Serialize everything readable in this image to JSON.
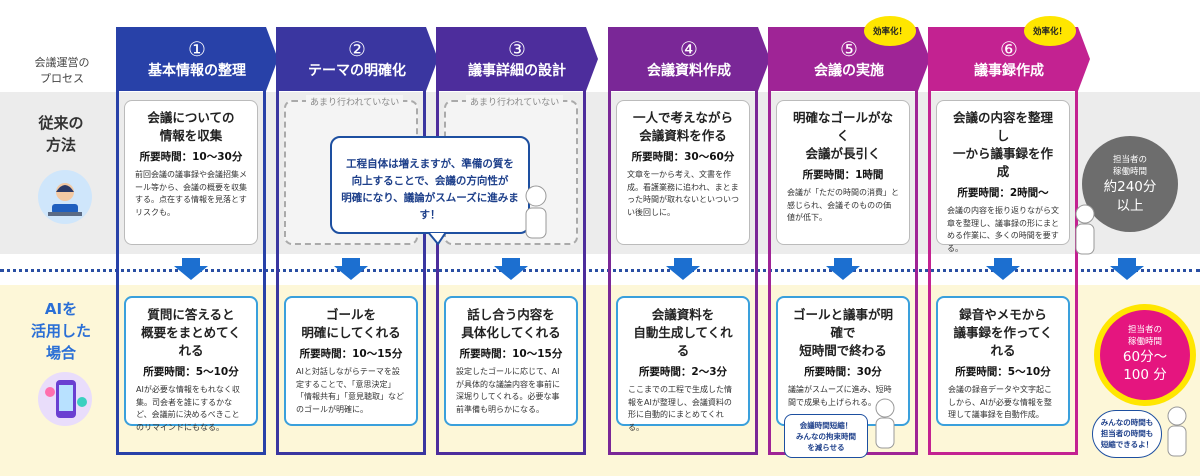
{
  "process_label": [
    "会議運営の",
    "プロセス"
  ],
  "row_old": [
    "従来の",
    "方法"
  ],
  "row_ai": [
    "AIを",
    "活用した",
    "場合"
  ],
  "steps": [
    {
      "num": "①",
      "title": "基本情報の整理",
      "color": "#2841a8",
      "old": {
        "title": [
          "会議についての",
          "情報を収集"
        ],
        "time": "所要時間：10〜30分",
        "desc": "前回会議の議事録や会議招集メール等から、会議の概要を収集する。点在する情報を見落とすリスクも。"
      },
      "ai": {
        "title": [
          "質問に答えると",
          "概要をまとめてくれる"
        ],
        "time": "所要時間：5〜10分",
        "desc": "AIが必要な情報をもれなく収集。司会者を誰にするかなど、会議前に決めるべきことのリマインドにもなる。"
      }
    },
    {
      "num": "②",
      "title": "テーマの明確化",
      "color": "#3a36a0",
      "old": {
        "tag": "あまり行われていない"
      },
      "ai": {
        "title": [
          "ゴールを",
          "明確にしてくれる"
        ],
        "time": "所要時間：10〜15分",
        "desc": "AIと対話しながらテーマを設定することで、「意思決定」「情報共有」「意見聴取」などのゴールが明確に。"
      }
    },
    {
      "num": "③",
      "title": "議事詳細の設計",
      "color": "#4d2d9c",
      "old": {
        "tag": "あまり行われていない"
      },
      "ai": {
        "title": [
          "話し合う内容を",
          "具体化してくれる"
        ],
        "time": "所要時間：10〜15分",
        "desc": "設定したゴールに応じて、AIが具体的な議論内容を事前に深堀りしてくれる。必要な事前準備も明らかになる。"
      }
    },
    {
      "num": "④",
      "title": "会議資料作成",
      "color": "#7a2797",
      "old": {
        "title": [
          "一人で考えながら",
          "会議資料を作る"
        ],
        "time": "所要時間：30〜60分",
        "desc": "文章を一から考え、文書を作成。看護業務に追われ、まとまった時間が取れないといついつい後回しに。"
      },
      "ai": {
        "title": [
          "会議資料を",
          "自動生成してくれる"
        ],
        "time": "所要時間：2〜3分",
        "desc": "ここまでの工程で生成した情報をAIが整理し、会議資料の形に自動的にまとめてくれる。"
      }
    },
    {
      "num": "⑤",
      "title": "会議の実施",
      "color": "#9f2496",
      "badge": "効率化！",
      "old": {
        "title": [
          "明確なゴールがなく",
          "会議が長引く"
        ],
        "time": "所要時間：1時間",
        "desc": "会議が「ただの時間の消費」と感じられ、会議そのものの価値が低下。"
      },
      "ai": {
        "title": [
          "ゴールと議事が明確で",
          "短時間で終わる"
        ],
        "time": "所要時間：30分",
        "desc": "議論がスムーズに進み、短時間で成果も上げられる。"
      }
    },
    {
      "num": "⑥",
      "title": "議事録作成",
      "color": "#c32291",
      "badge": "効率化！",
      "old": {
        "title": [
          "会議の内容を整理し",
          "一から議事録を作成"
        ],
        "time": "所要時間：2時間〜",
        "desc": "会議の内容を振り返りながら文章を整理し、議事録の形にまとめる作業に、多くの時間を要する。"
      },
      "ai": {
        "title": [
          "録音やメモから",
          "議事録を作ってくれる"
        ],
        "time": "所要時間：5〜10分",
        "desc": "会議の録音データや文字起こしから、AIが必要な情報を整理して議事録を自動作成。"
      }
    }
  ],
  "bubble": [
    "工程自体は増えますが、準備の質を",
    "向上することで、会議の方向性が",
    "明確になり、議論がスムーズに進みます！"
  ],
  "total_old": {
    "label": [
      "担当者の",
      "稼働時間"
    ],
    "value": [
      "約240分",
      "以上"
    ]
  },
  "total_ai": {
    "label": [
      "担当者の",
      "稼働時間"
    ],
    "value": [
      "60分〜",
      "100 分"
    ]
  },
  "note_meeting": [
    "会議時間短縮！",
    "みんなの拘束時間",
    "を減らせる"
  ],
  "note_total": [
    "みんなの時間も",
    "担当者の時間も",
    "短縮できるよ！"
  ]
}
